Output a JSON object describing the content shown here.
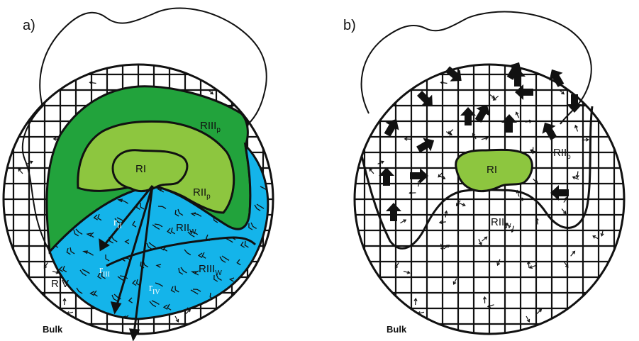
{
  "panel_a": {
    "label": "a)",
    "regions": {
      "ri": "RI",
      "rii_p": "RII",
      "rii_p_sub": "p",
      "riii_p": "RIII",
      "riii_p_sub": "p",
      "rii_w": "RII",
      "rii_w_sub": "W",
      "riii_w": "RIII",
      "riii_w_sub": "W",
      "riv": "RIV"
    },
    "radii": {
      "r_ii": "r",
      "r_ii_sub": "II",
      "r_iii": "r",
      "r_iii_sub": "III",
      "r_iv": "r",
      "r_iv_sub": "IV"
    },
    "bulk": "Bulk"
  },
  "panel_b": {
    "label": "b)",
    "regions": {
      "ri": "RI",
      "rii_p": "RII",
      "rii_p_sub": "p",
      "rii_w": "RII",
      "rii_w_sub": "W"
    },
    "bulk": "Bulk"
  },
  "colors": {
    "dark_green": "#22a33c",
    "light_green": "#8dc63f",
    "blue": "#14b4ea",
    "line": "#111111"
  }
}
